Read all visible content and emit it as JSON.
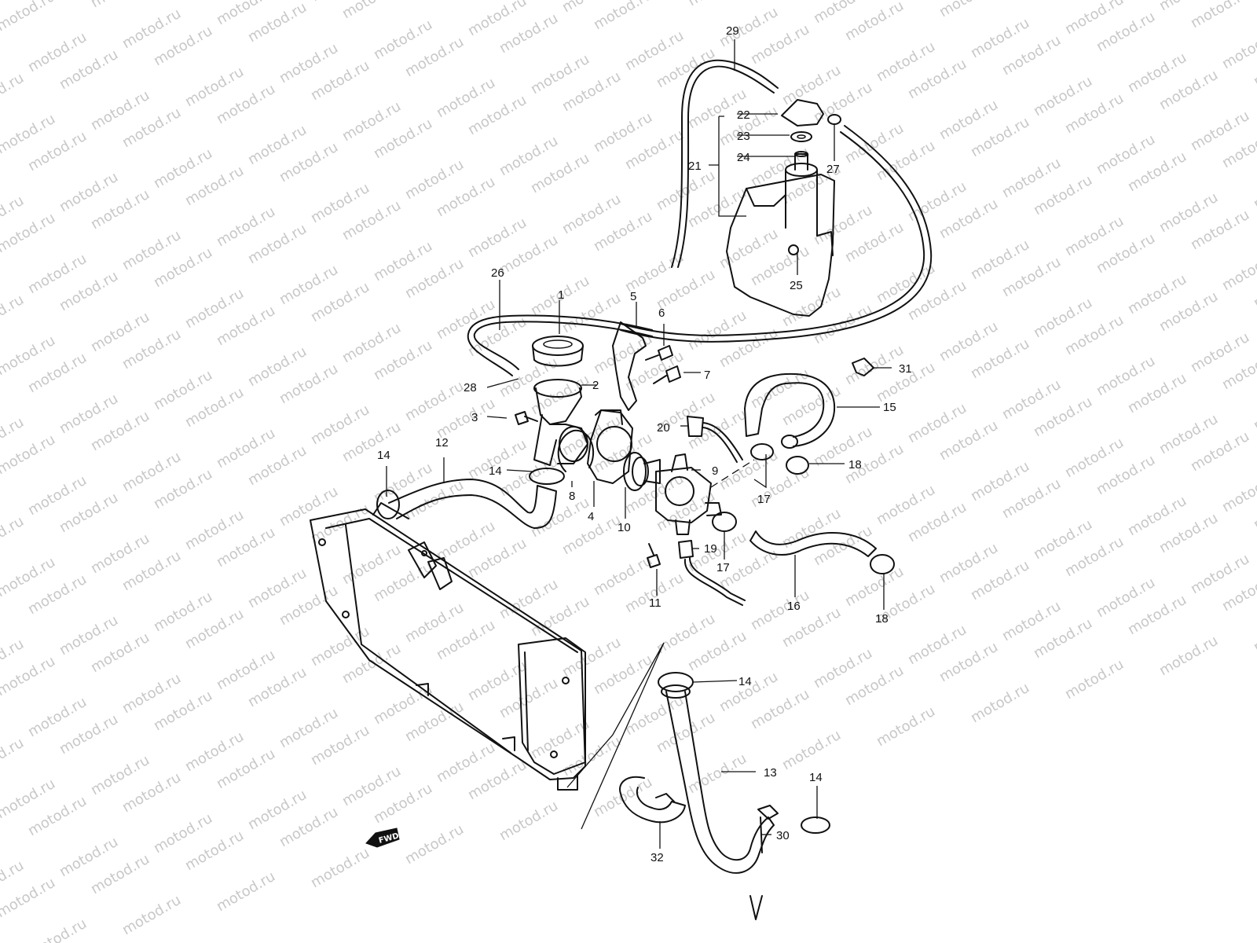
{
  "watermark": "motod.ru",
  "fwd_label": "FWD",
  "callouts": [
    "1",
    "2",
    "3",
    "4",
    "5",
    "6",
    "7",
    "8",
    "9",
    "10",
    "11",
    "12",
    "13",
    "14",
    "15",
    "16",
    "17",
    "18",
    "19",
    "20",
    "21",
    "22",
    "23",
    "24",
    "25",
    "26",
    "27",
    "28",
    "29",
    "30",
    "31",
    "32"
  ]
}
